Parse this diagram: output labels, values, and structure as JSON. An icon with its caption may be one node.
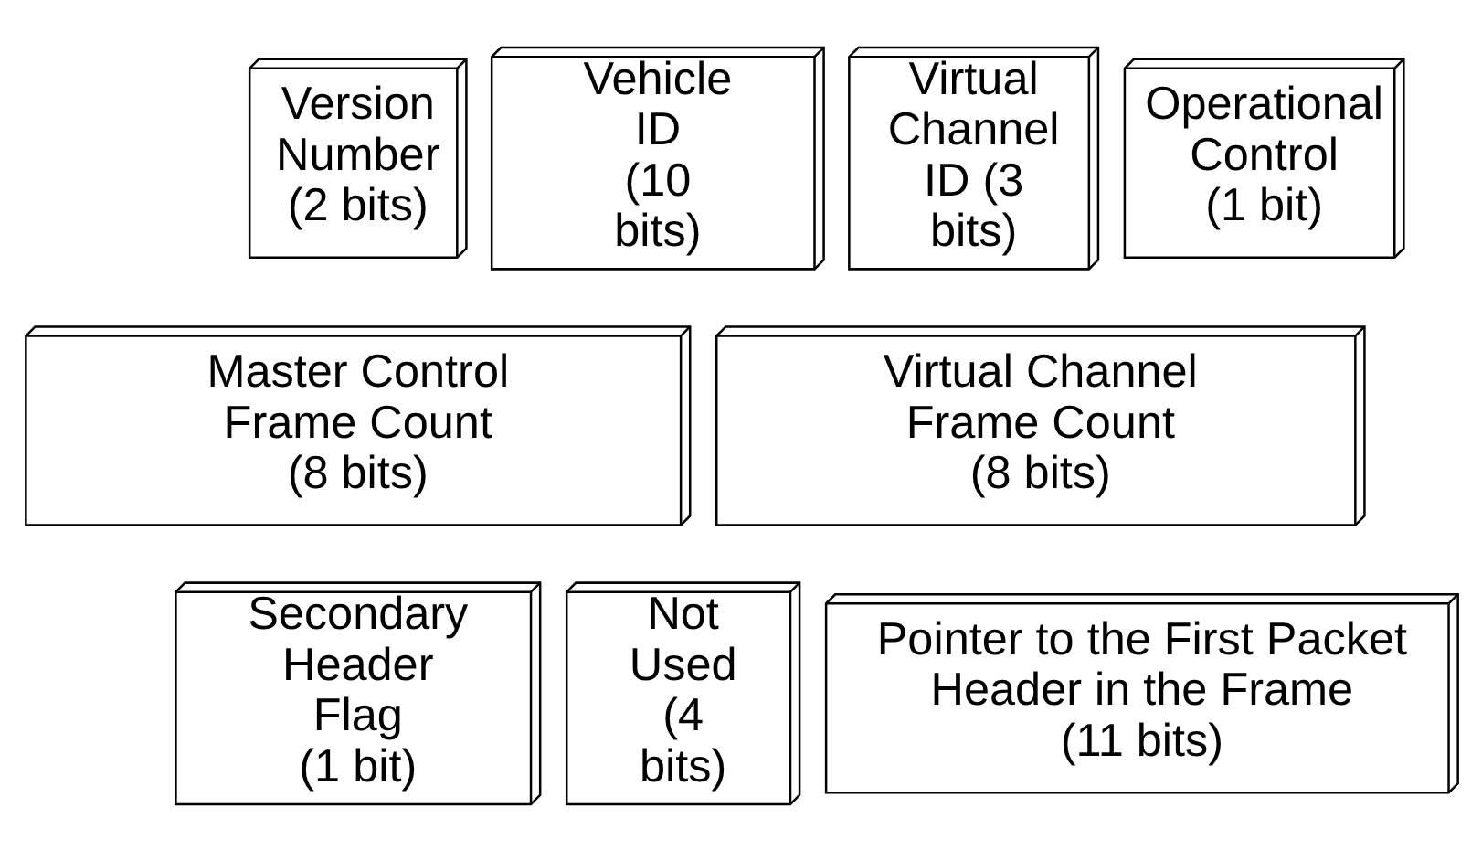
{
  "diagram": {
    "nodes": [
      {
        "text": [
          "Version Number",
          "(2 bits)"
        ]
      },
      {
        "text": [
          "Vehicle ID",
          "(10 bits)"
        ]
      },
      {
        "text": [
          "Virtual Channel ID (3 bits)"
        ]
      },
      {
        "text": [
          "Operational Control",
          "(1 bit)"
        ]
      },
      {
        "text": [
          "Master Control Frame Count",
          "(8 bits)"
        ]
      },
      {
        "text": [
          "Virtual Channel Frame Count",
          "(8 bits)"
        ]
      },
      {
        "text": [
          "Secondary Header Flag",
          "(1 bit)"
        ]
      },
      {
        "text": [
          "Not Used",
          "(4 bits)"
        ]
      },
      {
        "text": [
          "Pointer to the First Packet Header in the Frame",
          "(11 bits)"
        ]
      }
    ],
    "edges": []
  }
}
